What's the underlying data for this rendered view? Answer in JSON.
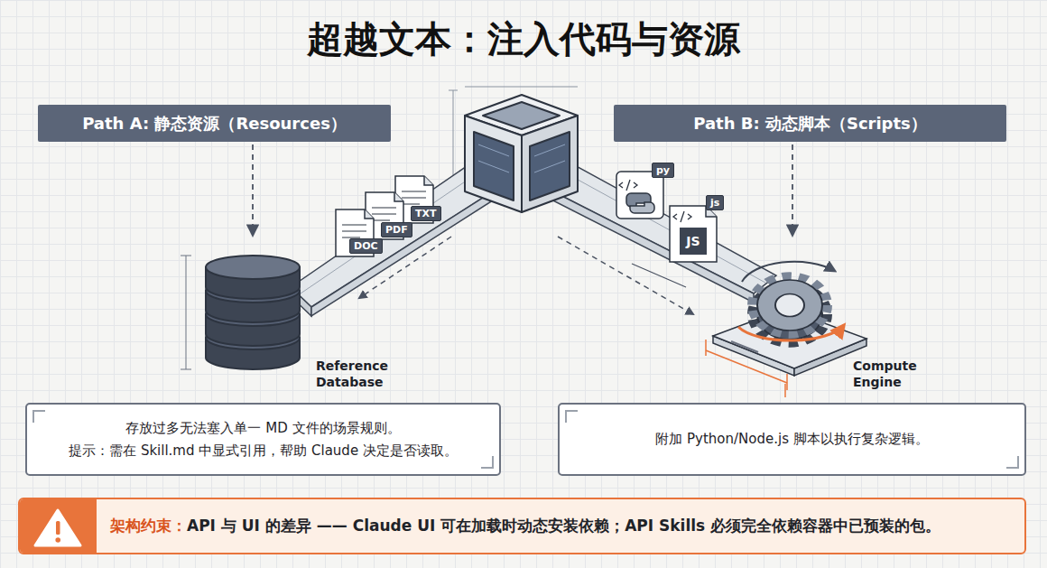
{
  "diagram": {
    "title": "超越文本：注入代码与资源",
    "nodes": [
      {
        "text": [
          "Path A: 静态资源（Resources）"
        ]
      },
      {
        "text": [
          "Path B: 动态脚本（Scripts）"
        ]
      },
      {
        "text": [
          "Reference Database"
        ]
      },
      {
        "text": [
          "Compute Engine"
        ]
      },
      {
        "text": [
          "存放过多无法塞入单一 MD 文件的场景规则。",
          "提示：需在 Skill.md 中显式引用，帮助 Claude 决定是否读取。"
        ]
      },
      {
        "text": [
          "附加 Python/Node.js 脚本以执行复杂逻辑。"
        ]
      },
      {
        "text": [
          "架构约束：",
          "API 与 UI 的差异 —— Claude UI 可在加载时动态安装依赖；API Skills 必须完全依赖容器中已预装的包。"
        ]
      }
    ],
    "edges": [
      {
        "from": 0,
        "to": 2,
        "arrow": "to"
      },
      {
        "from": 1,
        "to": 3,
        "arrow": "to"
      }
    ],
    "labels": [
      "DOC",
      "PDF",
      "TXT",
      "py",
      "js",
      "JS"
    ]
  }
}
